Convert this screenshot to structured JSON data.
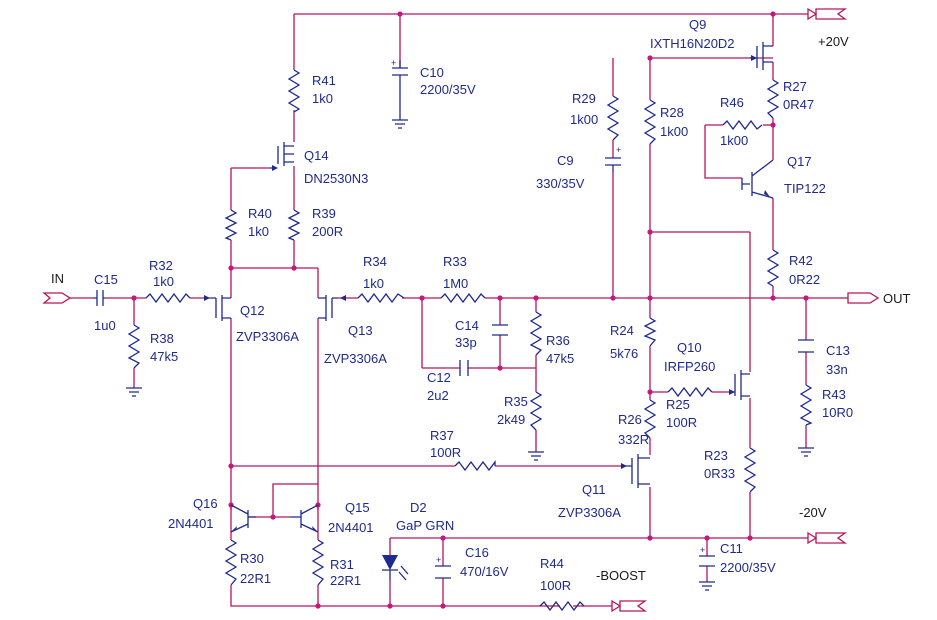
{
  "ports": {
    "in": "IN",
    "out": "OUT",
    "pos": "+20V",
    "neg": "-20V",
    "boost": "-BOOST"
  },
  "components": {
    "q9": {
      "ref": "Q9",
      "part": "IXTH16N20D2"
    },
    "q10": {
      "ref": "Q10",
      "part": "IRFP260"
    },
    "q11": {
      "ref": "Q11",
      "part": "ZVP3306A"
    },
    "q12": {
      "ref": "Q12",
      "part": "ZVP3306A"
    },
    "q13": {
      "ref": "Q13",
      "part": "ZVP3306A"
    },
    "q14": {
      "ref": "Q14",
      "part": "DN2530N3"
    },
    "q15": {
      "ref": "Q15",
      "part": "2N4401"
    },
    "q16": {
      "ref": "Q16",
      "part": "2N4401"
    },
    "q17": {
      "ref": "Q17",
      "part": "TIP122"
    },
    "d2": {
      "ref": "D2",
      "part": "GaP GRN"
    },
    "r23": {
      "ref": "R23",
      "value": "0R33"
    },
    "r24": {
      "ref": "R24",
      "value": "5k76"
    },
    "r25": {
      "ref": "R25",
      "value": "100R"
    },
    "r26": {
      "ref": "R26",
      "value": "332R"
    },
    "r27": {
      "ref": "R27",
      "value": "0R47"
    },
    "r28": {
      "ref": "R28",
      "value": "1k00"
    },
    "r29": {
      "ref": "R29",
      "value": "1k00"
    },
    "r30": {
      "ref": "R30",
      "value": "22R1"
    },
    "r31": {
      "ref": "R31",
      "value": "22R1"
    },
    "r32": {
      "ref": "R32",
      "value": "1k0"
    },
    "r33": {
      "ref": "R33",
      "value": "1M0"
    },
    "r34": {
      "ref": "R34",
      "value": "1k0"
    },
    "r35": {
      "ref": "R35",
      "value": "2k49"
    },
    "r36": {
      "ref": "R36",
      "value": "47k5"
    },
    "r37": {
      "ref": "R37",
      "value": "100R"
    },
    "r38": {
      "ref": "R38",
      "value": "47k5"
    },
    "r39": {
      "ref": "R39",
      "value": "200R"
    },
    "r40": {
      "ref": "R40",
      "value": "1k0"
    },
    "r41": {
      "ref": "R41",
      "value": "1k0"
    },
    "r42": {
      "ref": "R42",
      "value": "0R22"
    },
    "r43": {
      "ref": "R43",
      "value": "10R0"
    },
    "r44": {
      "ref": "R44",
      "value": "100R"
    },
    "r46": {
      "ref": "R46",
      "value": "1k00"
    },
    "c9": {
      "ref": "C9",
      "value": "330/35V"
    },
    "c10": {
      "ref": "C10",
      "value": "2200/35V"
    },
    "c11": {
      "ref": "C11",
      "value": "2200/35V"
    },
    "c12": {
      "ref": "C12",
      "value": "2u2"
    },
    "c13": {
      "ref": "C13",
      "value": "33n"
    },
    "c14": {
      "ref": "C14",
      "value": "33p"
    },
    "c15": {
      "ref": "C15",
      "value": "1u0"
    },
    "c16": {
      "ref": "C16",
      "value": "470/16V"
    }
  },
  "colors": {
    "wire": "#b8145a",
    "component": "#1f2a8c",
    "junction": "#c8177c",
    "background": "#ffffff"
  }
}
